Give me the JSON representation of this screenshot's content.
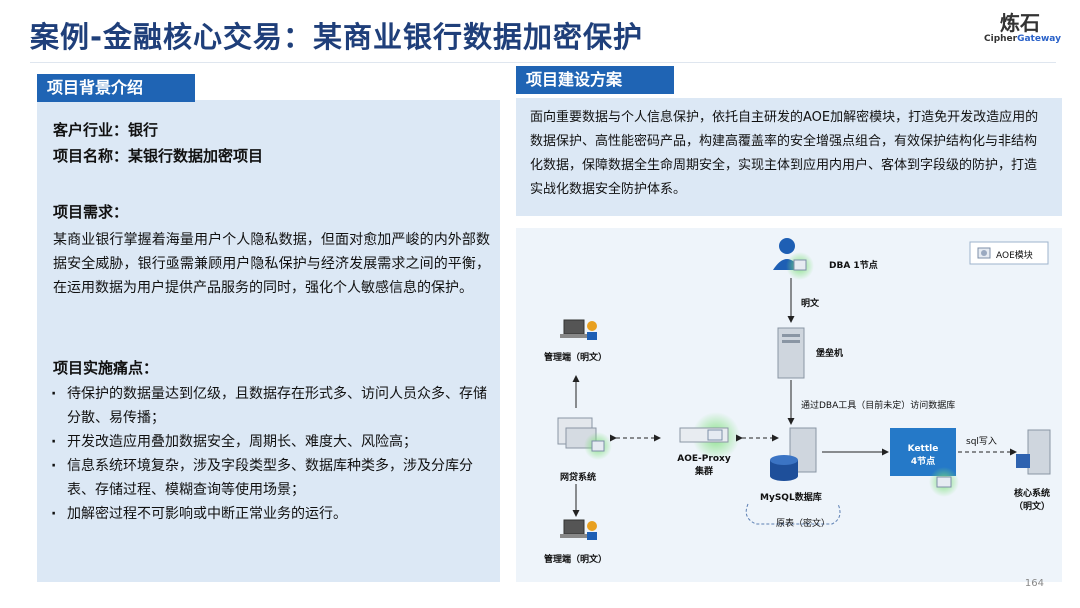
{
  "title": "案例-金融核心交易：某商业银行数据加密保护",
  "logo": {
    "cn": "炼石",
    "en_part1": "Cipher",
    "en_part2": "Gateway"
  },
  "left": {
    "header": "项目背景介绍",
    "industry": "客户行业：银行",
    "project_name": "项目名称：某银行数据加密项目",
    "needs_heading": "项目需求：",
    "needs_text": "某商业银行掌握着海量用户个人隐私数据，但面对愈加严峻的内外部数据安全威胁，银行亟需兼顾用户隐私保护与经济发展需求之间的平衡，在运用数据为用户提供产品服务的同时，强化个人敏感信息的保护。",
    "pain_heading": "项目实施痛点：",
    "pain_points": [
      "待保护的数据量达到亿级，且数据存在形式多、访问人员众多、存储分散、易传播；",
      "开发改造应用叠加数据安全，周期长、难度大、风险高；",
      "信息系统环境复杂，涉及字段类型多、数据库种类多，涉及分库分表、存储过程、模糊查询等使用场景；",
      "加解密过程不可影响或中断正常业务的运行。"
    ]
  },
  "right": {
    "header": "项目建设方案",
    "text": "面向重要数据与个人信息保护，依托自主研发的AOE加解密模块，打造免开发改造应用的数据保护、高性能密码产品，构建高覆盖率的安全增强点组合，有效保护结构化与非结构化数据，保障数据全生命周期安全，实现主体到应用内用户、客体到字段级的防护，打造实战化数据安全防护体系。"
  },
  "diagram": {
    "legend": "AOE模块",
    "dba": "DBA  1节点",
    "plaintext": "明文",
    "bastion": "堡垒机",
    "dba_tool": "通过DBA工具（目前未定）访问数据库",
    "admin_top": "管理端（明文）",
    "admin_bottom": "管理端（明文）",
    "loan_system": "网贷系统",
    "proxy_line1": "AOE-Proxy",
    "proxy_line2": "集群",
    "mysql": "MySQL数据库",
    "origin_table": "原表（密文）",
    "kettle_line1": "Kettle",
    "kettle_line2": "4节点",
    "sql_write": "sql写入",
    "core_line1": "核心系统",
    "core_line2": "（明文）"
  },
  "page_number": "164"
}
